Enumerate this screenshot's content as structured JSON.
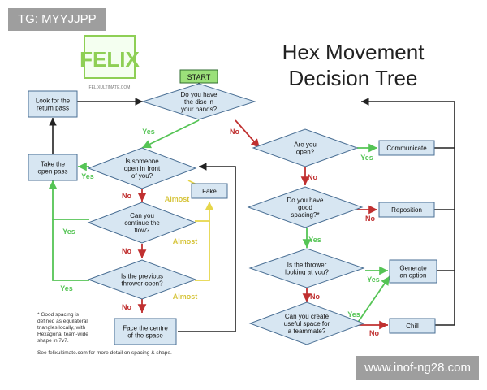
{
  "overlay": {
    "tag": "TG: MYYJJPP",
    "url": "www.inof-ng28.com"
  },
  "logo": {
    "text": "FELIX",
    "caption": "FELIXULTIMATE.COM"
  },
  "title": [
    "Hex Movement",
    "Decision Tree"
  ],
  "start_label": "START",
  "colors": {
    "yes": "#55c455",
    "no": "#c03030",
    "almost": "#e6d64a",
    "box_fill": "#d7e6f2",
    "box_stroke": "#4a6f94",
    "start_fill": "#9be07a"
  },
  "nodes": {
    "q_disc": [
      "Do you have",
      "the disc in",
      "your hands?"
    ],
    "q_open": [
      "Are you",
      "open?"
    ],
    "q_someone_open": [
      "Is someone",
      "open in front",
      "of you?"
    ],
    "q_continue": [
      "Can you",
      "continue the",
      "flow?"
    ],
    "q_prev_thrower": [
      "Is the previous",
      "thrower open?"
    ],
    "q_spacing": [
      "Do you have",
      "good",
      "spacing?*"
    ],
    "q_thrower_looking": [
      "Is the thrower",
      "looking at you?"
    ],
    "q_create_space": [
      "Can you create",
      "useful space for",
      "a teammate?"
    ],
    "a_look_return": [
      "Look for the",
      "return pass"
    ],
    "a_take_open": [
      "Take the",
      "open pass"
    ],
    "a_fake": [
      "Fake"
    ],
    "a_face_centre": [
      "Face the centre",
      "of the space"
    ],
    "a_communicate": [
      "Communicate"
    ],
    "a_reposition": [
      "Reposition"
    ],
    "a_generate": [
      "Generate",
      "an option"
    ],
    "a_chill": [
      "Chill"
    ]
  },
  "edge_labels": {
    "yes": "Yes",
    "no": "No",
    "almost": "Almost"
  },
  "footnote": [
    "* Good spacing is",
    "defined as equilateral",
    "triangles locally, with",
    "Hexagonal team-wide",
    "shape in 7v7."
  ],
  "footnote_more": "See felixultimate.com for more detail on spacing & shape."
}
